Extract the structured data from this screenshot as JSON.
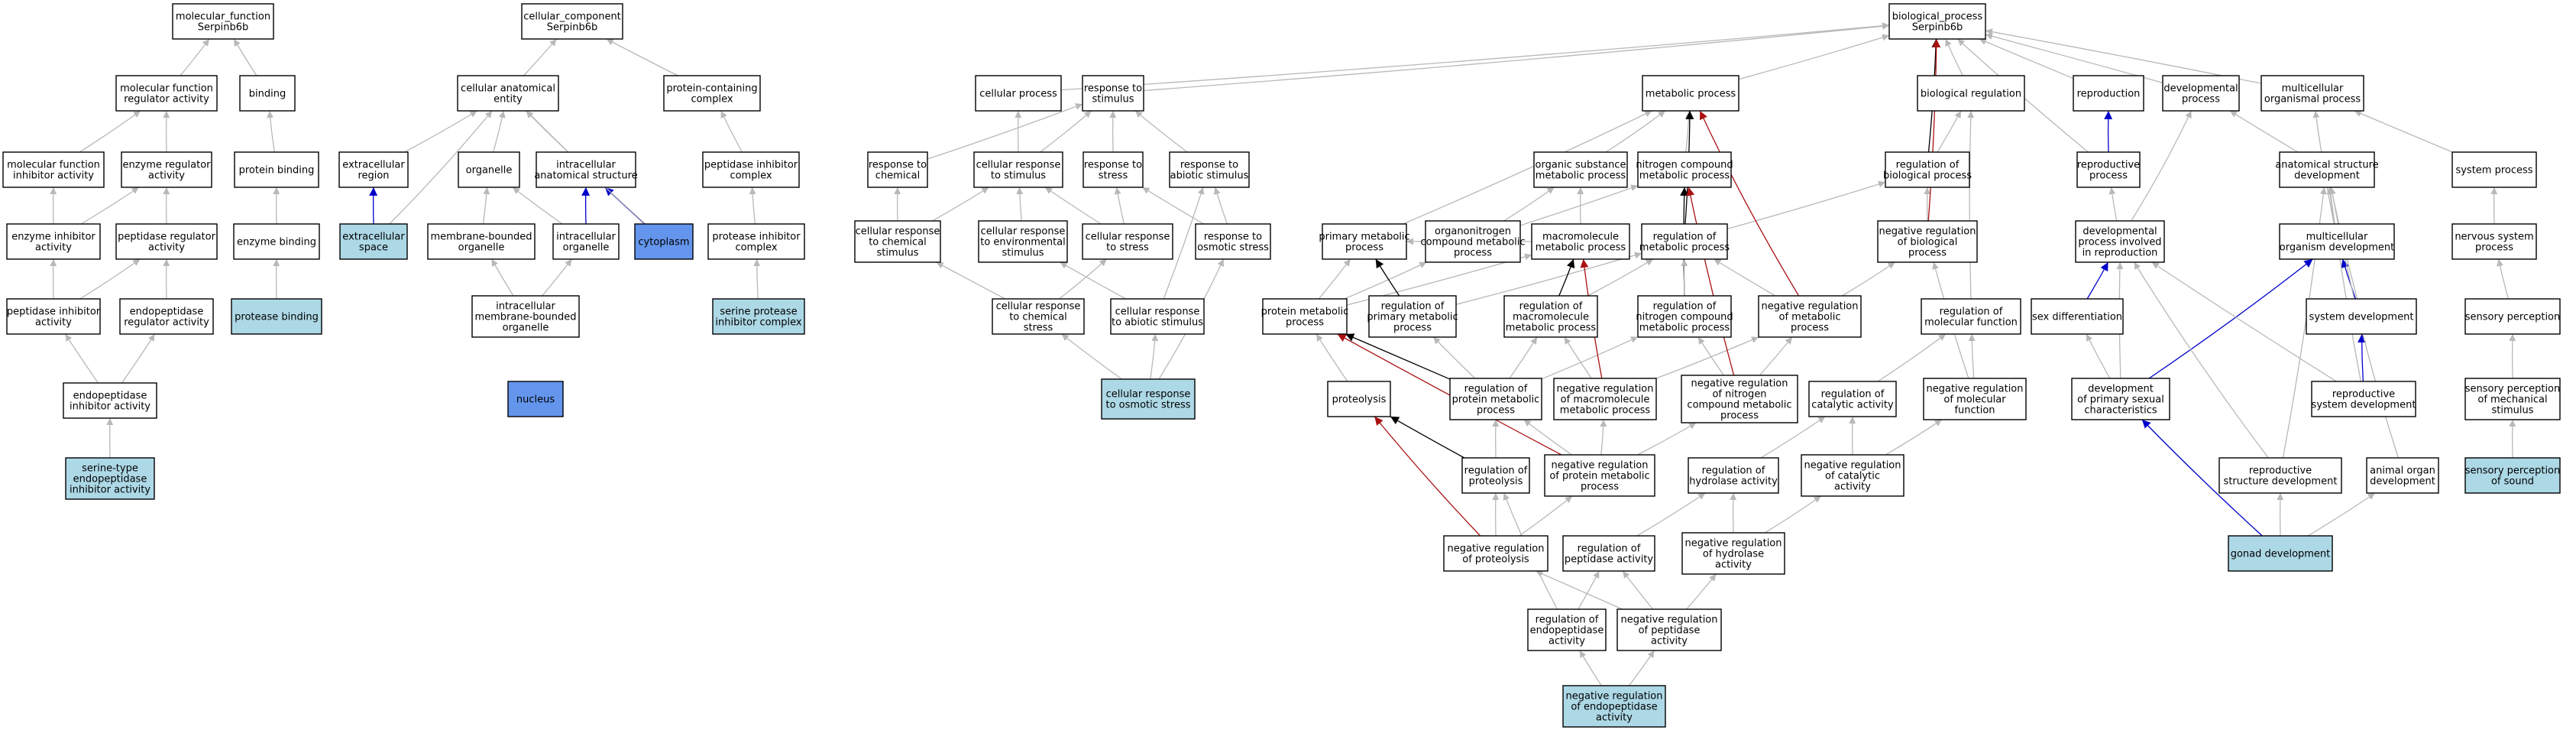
{
  "colors": {
    "default_fill": "#ffffff",
    "light_fill": "#add8e6",
    "dark_fill": "#6495ed",
    "edge_grey": "#b8b8b8",
    "edge_black": "#000000",
    "edge_blue": "#0000cc",
    "edge_red": "#aa1111"
  },
  "nodes": [
    {
      "id": "mf",
      "lines": [
        "molecular_function",
        "Serpinb6b"
      ]
    },
    {
      "id": "mfra",
      "lines": [
        "molecular function",
        "regulator activity"
      ]
    },
    {
      "id": "binding",
      "lines": [
        "binding"
      ]
    },
    {
      "id": "mfia",
      "lines": [
        "molecular function",
        "inhibitor activity"
      ]
    },
    {
      "id": "era",
      "lines": [
        "enzyme regulator",
        "activity"
      ]
    },
    {
      "id": "pbind",
      "lines": [
        "protein binding"
      ]
    },
    {
      "id": "eia",
      "lines": [
        "enzyme inhibitor",
        "activity"
      ]
    },
    {
      "id": "pra",
      "lines": [
        "peptidase regulator",
        "activity"
      ]
    },
    {
      "id": "ebind",
      "lines": [
        "enzyme binding"
      ]
    },
    {
      "id": "pia",
      "lines": [
        "peptidase inhibitor",
        "activity"
      ]
    },
    {
      "id": "epra",
      "lines": [
        "endopeptidase",
        "regulator activity"
      ]
    },
    {
      "id": "protbind",
      "lines": [
        "protease binding"
      ],
      "fill": "light"
    },
    {
      "id": "epia",
      "lines": [
        "endopeptidase",
        "inhibitor activity"
      ]
    },
    {
      "id": "stepia",
      "lines": [
        "serine-type",
        "endopeptidase",
        "inhibitor activity"
      ],
      "fill": "light"
    },
    {
      "id": "cc",
      "lines": [
        "cellular_component",
        "Serpinb6b"
      ]
    },
    {
      "id": "cae",
      "lines": [
        "cellular anatomical",
        "entity"
      ]
    },
    {
      "id": "pcc",
      "lines": [
        "protein-containing",
        "complex"
      ]
    },
    {
      "id": "ecr",
      "lines": [
        "extracellular",
        "region"
      ]
    },
    {
      "id": "org",
      "lines": [
        "organelle"
      ]
    },
    {
      "id": "ias",
      "lines": [
        "intracellular",
        "anatomical structure"
      ]
    },
    {
      "id": "pic",
      "lines": [
        "peptidase inhibitor",
        "complex"
      ]
    },
    {
      "id": "ecs",
      "lines": [
        "extracellular",
        "space"
      ],
      "fill": "light"
    },
    {
      "id": "mbo",
      "lines": [
        "membrane-bounded",
        "organelle"
      ]
    },
    {
      "id": "io",
      "lines": [
        "intracellular",
        "organelle"
      ]
    },
    {
      "id": "cyto",
      "lines": [
        "cytoplasm"
      ],
      "fill": "dark"
    },
    {
      "id": "proic",
      "lines": [
        "protease inhibitor",
        "complex"
      ]
    },
    {
      "id": "imbo",
      "lines": [
        "intracellular",
        "membrane-bounded",
        "organelle"
      ]
    },
    {
      "id": "spic",
      "lines": [
        "serine protease",
        "inhibitor complex"
      ],
      "fill": "light"
    },
    {
      "id": "nucleus",
      "lines": [
        "nucleus"
      ],
      "fill": "dark"
    },
    {
      "id": "bp",
      "lines": [
        "biological_process",
        "Serpinb6b"
      ]
    },
    {
      "id": "cp",
      "lines": [
        "cellular process"
      ]
    },
    {
      "id": "rts",
      "lines": [
        "response to",
        "stimulus"
      ]
    },
    {
      "id": "mp",
      "lines": [
        "metabolic process"
      ]
    },
    {
      "id": "br",
      "lines": [
        "biological regulation"
      ]
    },
    {
      "id": "repro",
      "lines": [
        "reproduction"
      ]
    },
    {
      "id": "dev",
      "lines": [
        "developmental",
        "process"
      ]
    },
    {
      "id": "mop",
      "lines": [
        "multicellular",
        "organismal process"
      ]
    },
    {
      "id": "rtc",
      "lines": [
        "response to",
        "chemical"
      ]
    },
    {
      "id": "crts",
      "lines": [
        "cellular response",
        "to stimulus"
      ]
    },
    {
      "id": "rtstress",
      "lines": [
        "response to",
        "stress"
      ]
    },
    {
      "id": "rtas",
      "lines": [
        "response to",
        "abiotic stimulus"
      ]
    },
    {
      "id": "osmp",
      "lines": [
        "organic substance",
        "metabolic process"
      ]
    },
    {
      "id": "ncmp",
      "lines": [
        "nitrogen compound",
        "metabolic process"
      ]
    },
    {
      "id": "rbp",
      "lines": [
        "regulation of",
        "biological process"
      ]
    },
    {
      "id": "rp",
      "lines": [
        "reproductive",
        "process"
      ]
    },
    {
      "id": "asd",
      "lines": [
        "anatomical structure",
        "development"
      ]
    },
    {
      "id": "sp",
      "lines": [
        "system process"
      ]
    },
    {
      "id": "crcs",
      "lines": [
        "cellular response",
        "to chemical",
        "stimulus"
      ]
    },
    {
      "id": "crtes",
      "lines": [
        "cellular response",
        "to environmental",
        "stimulus"
      ]
    },
    {
      "id": "crtstress",
      "lines": [
        "cellular response",
        "to stress"
      ]
    },
    {
      "id": "rtos",
      "lines": [
        "response to",
        "osmotic stress"
      ]
    },
    {
      "id": "pmp",
      "lines": [
        "primary metabolic",
        "process"
      ]
    },
    {
      "id": "oncmp",
      "lines": [
        "organonitrogen",
        "compound metabolic",
        "process"
      ]
    },
    {
      "id": "mmp",
      "lines": [
        "macromolecule",
        "metabolic process"
      ]
    },
    {
      "id": "rmp",
      "lines": [
        "regulation of",
        "metabolic process"
      ]
    },
    {
      "id": "nrbp",
      "lines": [
        "negative regulation",
        "of biological",
        "process"
      ]
    },
    {
      "id": "dpir",
      "lines": [
        "developmental",
        "process involved",
        "in reproduction"
      ]
    },
    {
      "id": "mod",
      "lines": [
        "multicellular",
        "organism development"
      ]
    },
    {
      "id": "nsp",
      "lines": [
        "nervous system",
        "process"
      ]
    },
    {
      "id": "crtcs",
      "lines": [
        "cellular response",
        "to chemical",
        "stress"
      ]
    },
    {
      "id": "crtas",
      "lines": [
        "cellular response",
        "to abiotic stimulus"
      ]
    },
    {
      "id": "protmp",
      "lines": [
        "protein metabolic",
        "process"
      ]
    },
    {
      "id": "rpmp",
      "lines": [
        "regulation of",
        "primary metabolic",
        "process"
      ]
    },
    {
      "id": "rmmp",
      "lines": [
        "regulation of",
        "macromolecule",
        "metabolic process"
      ]
    },
    {
      "id": "rncmp",
      "lines": [
        "regulation of",
        "nitrogen compound",
        "metabolic process"
      ]
    },
    {
      "id": "nrmp",
      "lines": [
        "negative regulation",
        "of metabolic",
        "process"
      ]
    },
    {
      "id": "rmf",
      "lines": [
        "regulation of",
        "molecular function"
      ]
    },
    {
      "id": "sexdiff",
      "lines": [
        "sex differentiation"
      ]
    },
    {
      "id": "sysdev",
      "lines": [
        "system development"
      ]
    },
    {
      "id": "sperc",
      "lines": [
        "sensory perception"
      ]
    },
    {
      "id": "crtos",
      "lines": [
        "cellular response",
        "to osmotic stress"
      ],
      "fill": "light"
    },
    {
      "id": "proteolysis",
      "lines": [
        "proteolysis"
      ]
    },
    {
      "id": "rprotmp",
      "lines": [
        "regulation of",
        "protein metabolic",
        "process"
      ]
    },
    {
      "id": "nrmmp",
      "lines": [
        "negative regulation",
        "of macromolecule",
        "metabolic process"
      ]
    },
    {
      "id": "nrncmp",
      "lines": [
        "negative regulation",
        "of nitrogen",
        "compound metabolic",
        "process"
      ]
    },
    {
      "id": "rca",
      "lines": [
        "regulation of",
        "catalytic activity"
      ]
    },
    {
      "id": "nrmf",
      "lines": [
        "negative regulation",
        "of molecular",
        "function"
      ]
    },
    {
      "id": "dpsc",
      "lines": [
        "development",
        "of primary sexual",
        "characteristics"
      ]
    },
    {
      "id": "rsd",
      "lines": [
        "reproductive",
        "system development"
      ]
    },
    {
      "id": "spms",
      "lines": [
        "sensory perception",
        "of mechanical",
        "stimulus"
      ]
    },
    {
      "id": "rprot",
      "lines": [
        "regulation of",
        "proteolysis"
      ]
    },
    {
      "id": "nrpmp",
      "lines": [
        "negative regulation",
        "of protein metabolic",
        "process"
      ]
    },
    {
      "id": "rha",
      "lines": [
        "regulation of",
        "hydrolase activity"
      ]
    },
    {
      "id": "nrca",
      "lines": [
        "negative regulation",
        "of catalytic",
        "activity"
      ]
    },
    {
      "id": "rstd",
      "lines": [
        "reproductive",
        "structure development"
      ]
    },
    {
      "id": "aod",
      "lines": [
        "animal organ",
        "development"
      ]
    },
    {
      "id": "sps",
      "lines": [
        "sensory perception",
        "of sound"
      ],
      "fill": "light"
    },
    {
      "id": "nrprot",
      "lines": [
        "negative regulation",
        "of proteolysis"
      ]
    },
    {
      "id": "rpa",
      "lines": [
        "regulation of",
        "peptidase activity"
      ]
    },
    {
      "id": "nrha",
      "lines": [
        "negative regulation",
        "of hydrolase",
        "activity"
      ]
    },
    {
      "id": "gonad",
      "lines": [
        "gonad development"
      ],
      "fill": "light"
    },
    {
      "id": "rea",
      "lines": [
        "regulation of",
        "endopeptidase",
        "activity"
      ]
    },
    {
      "id": "nrpa",
      "lines": [
        "negative regulation",
        "of peptidase",
        "activity"
      ]
    },
    {
      "id": "nrea",
      "lines": [
        "negative regulation",
        "of endopeptidase",
        "activity"
      ],
      "fill": "light"
    }
  ],
  "edges": [
    {
      "from": "mfra",
      "to": "mf"
    },
    {
      "from": "binding",
      "to": "mf"
    },
    {
      "from": "mfia",
      "to": "mfra"
    },
    {
      "from": "era",
      "to": "mfra"
    },
    {
      "from": "pbind",
      "to": "binding"
    },
    {
      "from": "eia",
      "to": "mfia"
    },
    {
      "from": "eia",
      "to": "era"
    },
    {
      "from": "pra",
      "to": "era"
    },
    {
      "from": "ebind",
      "to": "pbind"
    },
    {
      "from": "pia",
      "to": "eia"
    },
    {
      "from": "pia",
      "to": "pra"
    },
    {
      "from": "epra",
      "to": "pra"
    },
    {
      "from": "protbind",
      "to": "ebind"
    },
    {
      "from": "epia",
      "to": "pia"
    },
    {
      "from": "epia",
      "to": "epra"
    },
    {
      "from": "stepia",
      "to": "epia"
    },
    {
      "from": "cae",
      "to": "cc"
    },
    {
      "from": "pcc",
      "to": "cc"
    },
    {
      "from": "ecr",
      "to": "cae"
    },
    {
      "from": "org",
      "to": "cae"
    },
    {
      "from": "ias",
      "to": "cae"
    },
    {
      "from": "pic",
      "to": "pcc"
    },
    {
      "from": "ecs",
      "to": "ecr",
      "color": "blue"
    },
    {
      "from": "ecs",
      "to": "cae"
    },
    {
      "from": "mbo",
      "to": "org"
    },
    {
      "from": "io",
      "to": "org"
    },
    {
      "from": "io",
      "to": "ias",
      "color": "blue"
    },
    {
      "from": "cyto",
      "to": "ias",
      "color": "blue"
    },
    {
      "from": "cyto",
      "to": "cae"
    },
    {
      "from": "proic",
      "to": "pic"
    },
    {
      "from": "imbo",
      "to": "mbo"
    },
    {
      "from": "imbo",
      "to": "io"
    },
    {
      "from": "spic",
      "to": "proic"
    },
    {
      "from": "cp",
      "to": "bp"
    },
    {
      "from": "rts",
      "to": "bp"
    },
    {
      "from": "mp",
      "to": "bp"
    },
    {
      "from": "br",
      "to": "bp"
    },
    {
      "from": "repro",
      "to": "bp"
    },
    {
      "from": "dev",
      "to": "bp"
    },
    {
      "from": "mop",
      "to": "bp"
    },
    {
      "from": "rtc",
      "to": "rts"
    },
    {
      "from": "crts",
      "to": "cp"
    },
    {
      "from": "crts",
      "to": "rts"
    },
    {
      "from": "rtstress",
      "to": "rts"
    },
    {
      "from": "rtas",
      "to": "rts"
    },
    {
      "from": "osmp",
      "to": "mp"
    },
    {
      "from": "ncmp",
      "to": "mp"
    },
    {
      "from": "rbp",
      "to": "br"
    },
    {
      "from": "rbp",
      "to": "bp",
      "color": "black"
    },
    {
      "from": "rp",
      "to": "repro",
      "color": "blue"
    },
    {
      "from": "rp",
      "to": "bp"
    },
    {
      "from": "asd",
      "to": "dev"
    },
    {
      "from": "sp",
      "to": "mop"
    },
    {
      "from": "crcs",
      "to": "rtc"
    },
    {
      "from": "crcs",
      "to": "crts"
    },
    {
      "from": "crtes",
      "to": "crts"
    },
    {
      "from": "crtstress",
      "to": "crts"
    },
    {
      "from": "crtstress",
      "to": "rtstress"
    },
    {
      "from": "rtos",
      "to": "rtstress"
    },
    {
      "from": "rtos",
      "to": "rtas"
    },
    {
      "from": "pmp",
      "to": "mp"
    },
    {
      "from": "oncmp",
      "to": "osmp"
    },
    {
      "from": "oncmp",
      "to": "ncmp"
    },
    {
      "from": "mmp",
      "to": "osmp"
    },
    {
      "from": "mmp",
      "to": "pmp"
    },
    {
      "from": "rmp",
      "to": "mp",
      "color": "black"
    },
    {
      "from": "rmp",
      "to": "rbp"
    },
    {
      "from": "nrbp",
      "to": "rbp"
    },
    {
      "from": "nrbp",
      "to": "bp",
      "color": "red"
    },
    {
      "from": "dpir",
      "to": "rp"
    },
    {
      "from": "dpir",
      "to": "dev"
    },
    {
      "from": "mod",
      "to": "asd"
    },
    {
      "from": "mod",
      "to": "mop"
    },
    {
      "from": "nsp",
      "to": "sp"
    },
    {
      "from": "crtcs",
      "to": "crcs"
    },
    {
      "from": "crtcs",
      "to": "crtstress"
    },
    {
      "from": "crtas",
      "to": "crtes"
    },
    {
      "from": "crtas",
      "to": "rtas"
    },
    {
      "from": "protmp",
      "to": "pmp"
    },
    {
      "from": "protmp",
      "to": "mmp"
    },
    {
      "from": "protmp",
      "to": "oncmp"
    },
    {
      "from": "rpmp",
      "to": "pmp",
      "color": "black"
    },
    {
      "from": "rpmp",
      "to": "rmp"
    },
    {
      "from": "rmmp",
      "to": "mmp",
      "color": "black"
    },
    {
      "from": "rmmp",
      "to": "rmp"
    },
    {
      "from": "rncmp",
      "to": "ncmp",
      "color": "black"
    },
    {
      "from": "rncmp",
      "to": "rmp"
    },
    {
      "from": "nrmp",
      "to": "rmp"
    },
    {
      "from": "nrmp",
      "to": "nrbp"
    },
    {
      "from": "nrmp",
      "to": "mp",
      "color": "red"
    },
    {
      "from": "rmf",
      "to": "br"
    },
    {
      "from": "sexdiff",
      "to": "dpir",
      "color": "blue"
    },
    {
      "from": "sysdev",
      "to": "mod",
      "color": "blue"
    },
    {
      "from": "sysdev",
      "to": "asd"
    },
    {
      "from": "sperc",
      "to": "nsp"
    },
    {
      "from": "crtos",
      "to": "crtcs"
    },
    {
      "from": "crtos",
      "to": "crtas"
    },
    {
      "from": "crtos",
      "to": "rtos"
    },
    {
      "from": "proteolysis",
      "to": "protmp"
    },
    {
      "from": "rprotmp",
      "to": "protmp",
      "color": "black"
    },
    {
      "from": "rprotmp",
      "to": "rpmp"
    },
    {
      "from": "rprotmp",
      "to": "rmmp"
    },
    {
      "from": "rprotmp",
      "to": "rncmp"
    },
    {
      "from": "nrmmp",
      "to": "rmmp"
    },
    {
      "from": "nrmmp",
      "to": "nrmp"
    },
    {
      "from": "nrmmp",
      "to": "mmp",
      "color": "red"
    },
    {
      "from": "nrncmp",
      "to": "rncmp"
    },
    {
      "from": "nrncmp",
      "to": "nrmp"
    },
    {
      "from": "nrncmp",
      "to": "ncmp",
      "color": "red"
    },
    {
      "from": "rca",
      "to": "rmf"
    },
    {
      "from": "nrmf",
      "to": "rmf"
    },
    {
      "from": "nrmf",
      "to": "nrbp"
    },
    {
      "from": "dpsc",
      "to": "sexdiff"
    },
    {
      "from": "dpsc",
      "to": "dpir"
    },
    {
      "from": "dpsc",
      "to": "mod",
      "color": "blue"
    },
    {
      "from": "rsd",
      "to": "sysdev",
      "color": "blue"
    },
    {
      "from": "rsd",
      "to": "dpir"
    },
    {
      "from": "rsd",
      "to": "asd"
    },
    {
      "from": "spms",
      "to": "sperc"
    },
    {
      "from": "rprot",
      "to": "proteolysis",
      "color": "black"
    },
    {
      "from": "rprot",
      "to": "rprotmp"
    },
    {
      "from": "nrpmp",
      "to": "rprotmp"
    },
    {
      "from": "nrpmp",
      "to": "nrmmp"
    },
    {
      "from": "nrpmp",
      "to": "nrncmp"
    },
    {
      "from": "nrpmp",
      "to": "protmp",
      "color": "red"
    },
    {
      "from": "rha",
      "to": "rca"
    },
    {
      "from": "nrca",
      "to": "rca"
    },
    {
      "from": "nrca",
      "to": "nrmf"
    },
    {
      "from": "rstd",
      "to": "dpir"
    },
    {
      "from": "rstd",
      "to": "asd"
    },
    {
      "from": "aod",
      "to": "asd"
    },
    {
      "from": "sps",
      "to": "spms"
    },
    {
      "from": "nrprot",
      "to": "rprot"
    },
    {
      "from": "nrprot",
      "to": "nrpmp"
    },
    {
      "from": "nrprot",
      "to": "proteolysis",
      "color": "red"
    },
    {
      "from": "rpa",
      "to": "rha"
    },
    {
      "from": "nrha",
      "to": "rha"
    },
    {
      "from": "nrha",
      "to": "nrca"
    },
    {
      "from": "gonad",
      "to": "rstd"
    },
    {
      "from": "gonad",
      "to": "aod"
    },
    {
      "from": "gonad",
      "to": "dpsc",
      "color": "blue"
    },
    {
      "from": "rea",
      "to": "rpa"
    },
    {
      "from": "rea",
      "to": "rprot"
    },
    {
      "from": "nrpa",
      "to": "rpa"
    },
    {
      "from": "nrpa",
      "to": "nrha"
    },
    {
      "from": "nrpa",
      "to": "nrprot"
    },
    {
      "from": "nrea",
      "to": "rea"
    },
    {
      "from": "nrea",
      "to": "nrpa"
    }
  ]
}
